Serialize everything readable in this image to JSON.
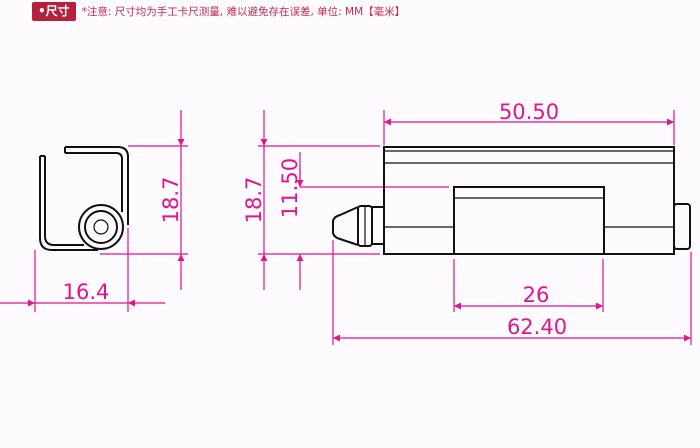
{
  "header": {
    "badge": "•尺寸",
    "note": "*注意: 尺寸均为手工卡尺测量, 难以避免存在误差, 单位: MM【毫米】"
  },
  "dimensions": {
    "side_height": "18.7",
    "side_width": "16.4",
    "front_height": "18.7",
    "front_pin_height": "11.50",
    "body_length": "50.50",
    "leaf_length": "26",
    "total_length": "62.40"
  },
  "colors": {
    "dimension": "#e0148c",
    "badge": "#b3213d",
    "outline": "#111111"
  }
}
